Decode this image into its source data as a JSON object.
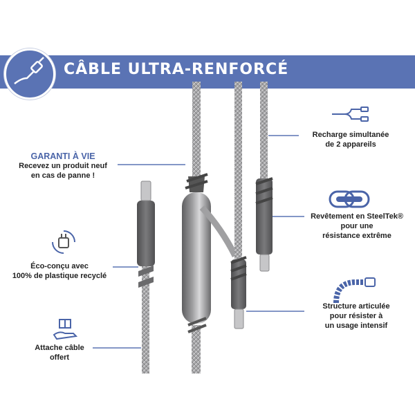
{
  "banner": {
    "title": "CÂBLE ULTRA-RENFORCÉ"
  },
  "left_callouts": {
    "warranty": {
      "title": "GARANTI À VIE",
      "line1": "Recevez un produit neuf",
      "line2": "en cas de panne !"
    },
    "eco": {
      "line1": "Éco-conçu avec",
      "line2": "100% de plastique recyclé"
    },
    "tie": {
      "line1": "Attache câble",
      "line2": "offert"
    }
  },
  "right_callouts": {
    "charge": {
      "line1": "Recharge simultanée",
      "line2": "de 2 appareils"
    },
    "coating": {
      "line1": "Revêtement en SteelTek®",
      "line2": "pour une",
      "line3": "résistance extrême"
    },
    "structure": {
      "line1": "Structure articulée",
      "line2": "pour résister à",
      "line3": "un usage intensif"
    }
  },
  "colors": {
    "accent": "#5a73b4",
    "cable": "#9a9a9a",
    "connector": "#6e6e70"
  },
  "icons": [
    "usb-cable-icon",
    "split-cable-icon",
    "chain-link-icon",
    "articulated-cable-icon",
    "recycle-charger-icon",
    "gift-hand-icon"
  ]
}
